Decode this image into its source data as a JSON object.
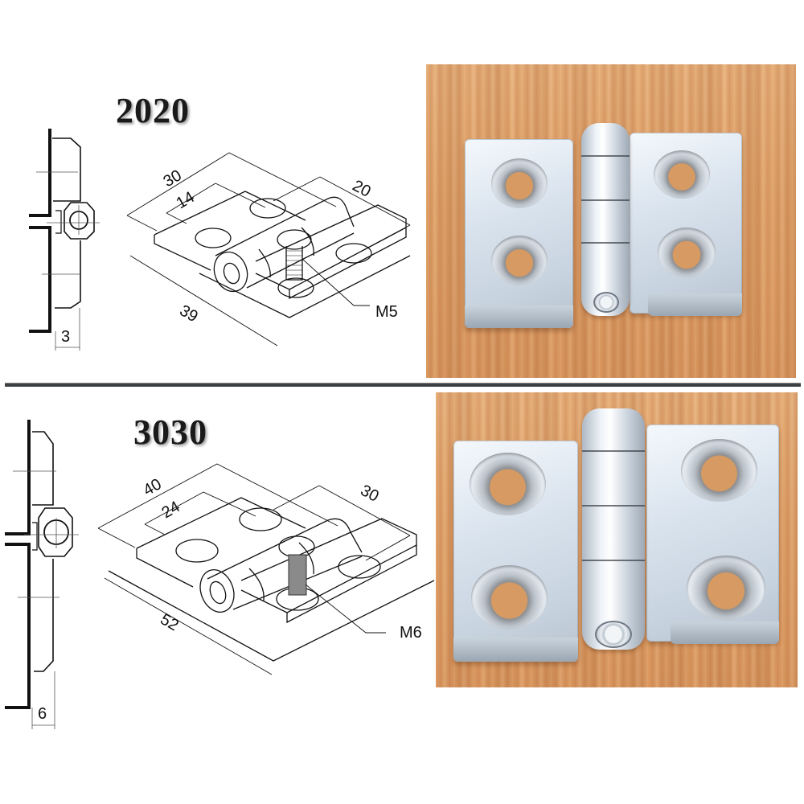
{
  "divider_color": "#3c3f44",
  "sections": [
    {
      "model": "2020",
      "side_view": {
        "thickness_label": "3"
      },
      "iso_view": {
        "overall_length_label": "30",
        "hole_spacing_label": "14",
        "leaf_width_label": "20",
        "total_width_label": "39",
        "screw_label": "M5"
      },
      "photo": {
        "subject": "aluminum-hinge-2020",
        "background": "wood",
        "holes": 4
      }
    },
    {
      "model": "3030",
      "side_view": {
        "thickness_label": "6"
      },
      "iso_view": {
        "overall_length_label": "40",
        "hole_spacing_label": "24",
        "leaf_width_label": "30",
        "total_width_label": "52",
        "screw_label": "M6"
      },
      "photo": {
        "subject": "aluminum-hinge-3030",
        "background": "wood",
        "holes": 4
      }
    }
  ]
}
